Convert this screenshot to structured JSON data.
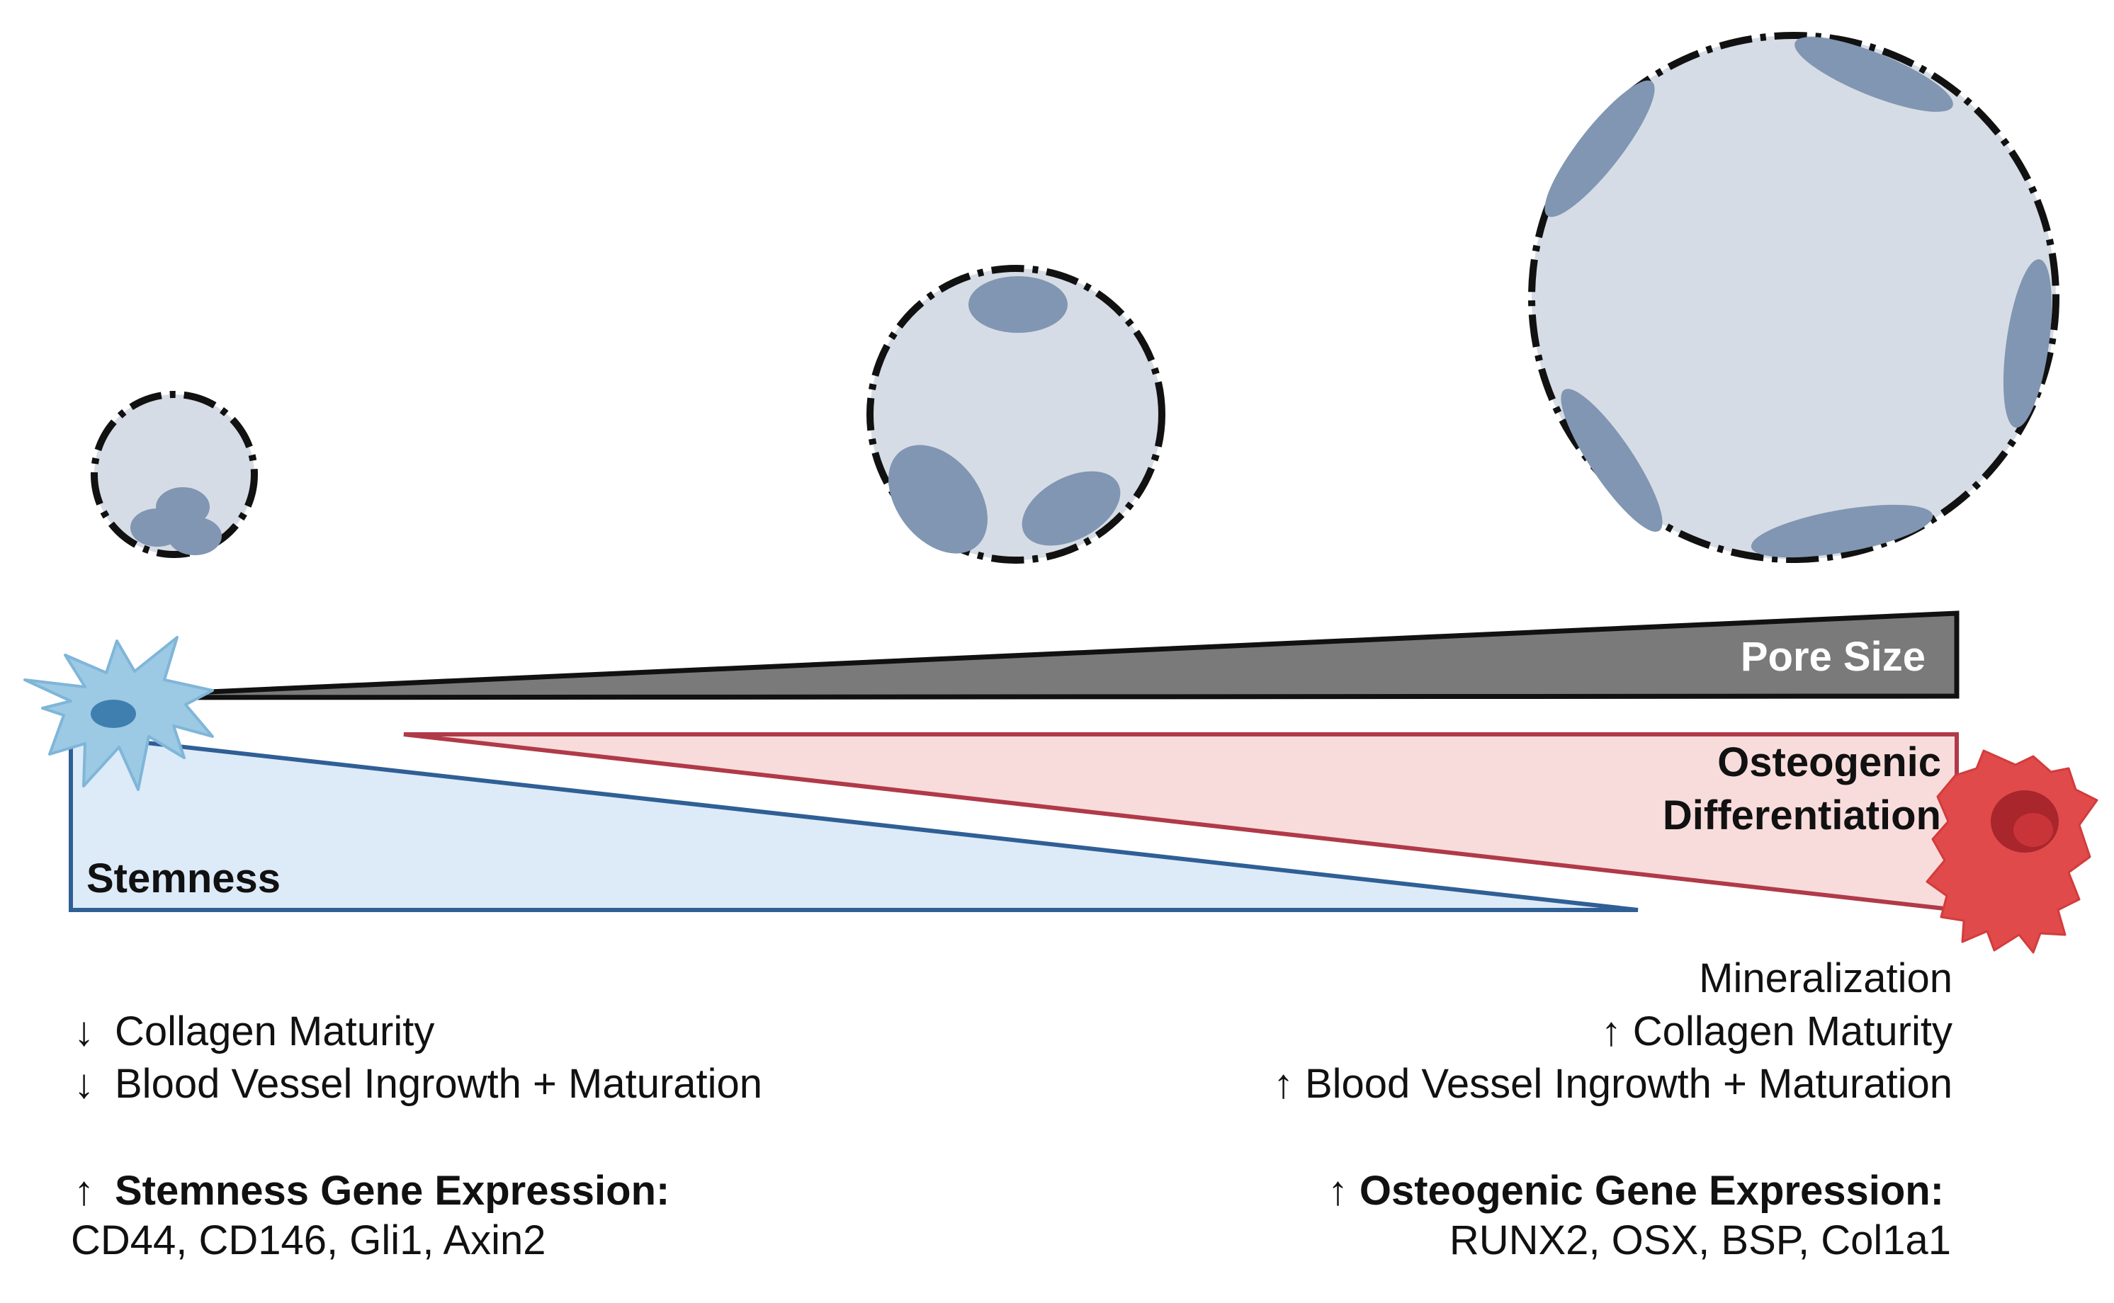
{
  "labels": {
    "pore_size": "Pore Size",
    "osteogenic_line1": "Osteogenic",
    "osteogenic_line2": "Differentiation",
    "stemness": "Stemness"
  },
  "left_column": {
    "lines": [
      {
        "arrow": "↓",
        "text": "Collagen Maturity"
      },
      {
        "arrow": "↓",
        "text": "Blood Vessel Ingrowth + Maturation"
      }
    ],
    "gene_heading": {
      "arrow": "↑",
      "text": "Stemness Gene Expression:"
    },
    "genes": "CD44, CD146, Gli1, Axin2"
  },
  "right_column": {
    "mineralization": "Mineralization",
    "lines": [
      {
        "arrow": "↑",
        "text": "Collagen Maturity"
      },
      {
        "arrow": "↑",
        "text": "Blood Vessel Ingrowth + Maturation"
      }
    ],
    "gene_heading": {
      "arrow": "↑",
      "text": "Osteogenic Gene Expression:"
    },
    "genes": "RUNX2, OSX, BSP, Col1a1"
  },
  "colors": {
    "pore_size_wedge": "#7a7a7a",
    "osteogenic_wedge_fill": "#f8dcdc",
    "osteogenic_wedge_stroke": "#b03a48",
    "stemness_wedge_fill": "#ddeaf8",
    "stemness_wedge_stroke": "#2f5f95",
    "pore_fill": "#d6dce5",
    "pore_cells": "#8096b2",
    "stem_cell": "#9cc9e4",
    "osteoblast": "#e04a4a"
  },
  "icons": [
    "small-pore-icon",
    "medium-pore-icon",
    "large-pore-icon",
    "stem-cell-icon",
    "osteoblast-icon"
  ]
}
